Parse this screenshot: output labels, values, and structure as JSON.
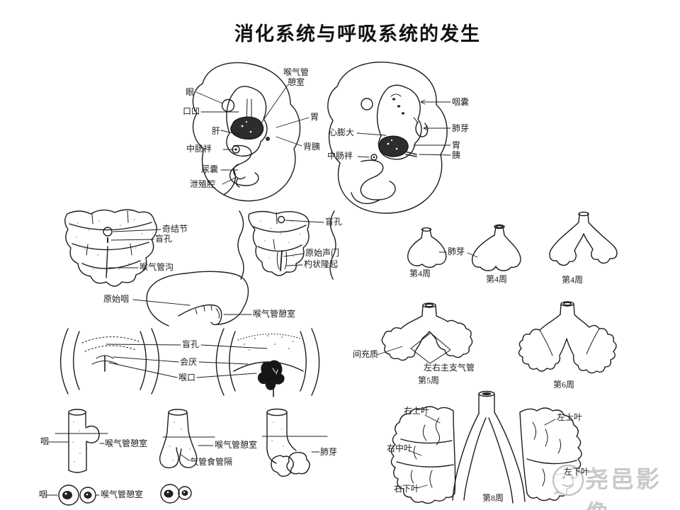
{
  "title": "消化系统与呼吸系统的发生",
  "watermark": {
    "text": "尧邑影像"
  },
  "figures": {
    "embryo_left": {
      "eye": "眼",
      "stomodeum": "口凹",
      "laryngotracheal_diverticulum_line1": "喉气管",
      "laryngotracheal_diverticulum_line2": "憩室",
      "liver": "肝",
      "stomach": "胃",
      "dorsal_pancreas": "背胰",
      "midgut_loop": "中肠袢",
      "allantois": "尿囊",
      "cloaca": "泄殖腔"
    },
    "embryo_right": {
      "pharyngeal_pouch": "咽囊",
      "heart_bulge": "心膨大",
      "lung_bud": "肺芽",
      "stomach": "胃",
      "pancreas": "胰",
      "midgut_loop": "中肠袢"
    },
    "tongue_floor": {
      "tuberculum_impar": "奇结节",
      "foramen_cecum": "盲孔",
      "laryngotracheal_groove": "喉气管沟"
    },
    "glottis_view": {
      "foramen_cecum": "盲孔",
      "primitive_glottis": "原始声门",
      "arytenoid_swelling": "杓状隆起"
    },
    "pharynx_sac": {
      "primitive_pharynx": "原始咽",
      "laryngotracheal_diverticulum": "喉气管憩室"
    },
    "larynx_sections": {
      "foramen_cecum": "盲孔",
      "epiglottis": "会厌",
      "laryngeal_inlet": "喉口"
    },
    "tube_stages": {
      "pharynx": "咽",
      "diverticulum_1": "喉气管憩室",
      "diverticulum_2": "喉气管憩室",
      "tracheoesophageal_septum": "气管食管隔",
      "lung_bud": "肺芽",
      "pharynx_2": "咽",
      "diverticulum_3": "喉气管憩室"
    },
    "lung_stages": {
      "lung_bud": "肺芽",
      "week4_a": "第4周",
      "week4_b": "第4周",
      "week4_c": "第4周",
      "mesenchyme": "间充质",
      "main_bronchi": "左右主支气管",
      "week5": "第5周",
      "week6": "第6周"
    },
    "lung_lobes": {
      "right_upper": "右上叶",
      "left_upper": "左上叶",
      "right_middle": "右中叶",
      "right_lower": "右下叶",
      "left_lower": "左下叶",
      "week8": "第8周"
    }
  },
  "colors": {
    "ink": "#1a1a1a",
    "watermark": "#c9c9c9"
  }
}
